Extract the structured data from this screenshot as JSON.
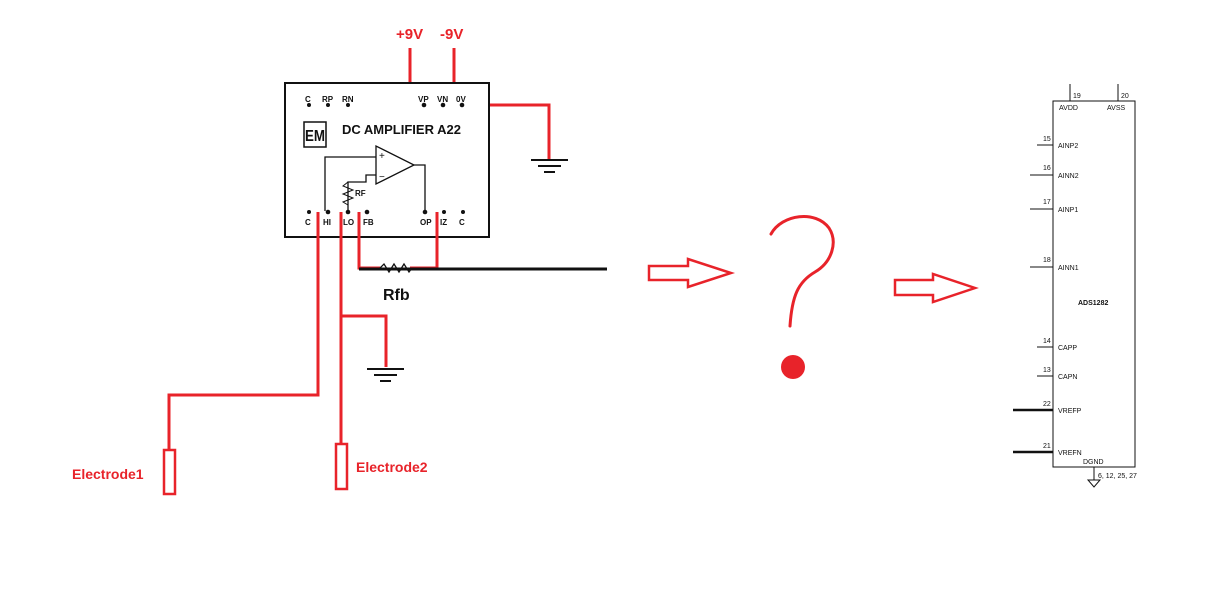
{
  "supplies": {
    "pos": "+9V",
    "neg": "-9V"
  },
  "amplifier": {
    "logo": "EM",
    "title": "DC AMPLIFIER  A22",
    "top_pins": [
      "C",
      "RP",
      "RN",
      "VP",
      "VN",
      "0V"
    ],
    "bottom_pins": [
      "C",
      "HI",
      "LO",
      "FB",
      "OP",
      "IZ",
      "C"
    ],
    "rf_label": "RF",
    "plus": "+",
    "minus": "−"
  },
  "feedback_resistor": "Rfb",
  "electrodes": [
    "Electrode1",
    "Electrode2"
  ],
  "unknown_symbol": "?",
  "adc": {
    "name": "ADS1282",
    "top_pins": [
      {
        "num": "19",
        "name": "AVDD"
      },
      {
        "num": "20",
        "name": "AVSS"
      }
    ],
    "left_pins": [
      {
        "num": "15",
        "name": "AINP2"
      },
      {
        "num": "16",
        "name": "AINN2"
      },
      {
        "num": "17",
        "name": "AINP1"
      },
      {
        "num": "18",
        "name": "AINN1"
      },
      {
        "num": "14",
        "name": "CAPP"
      },
      {
        "num": "13",
        "name": "CAPN"
      },
      {
        "num": "22",
        "name": "VREFP"
      },
      {
        "num": "21",
        "name": "VREFN"
      }
    ],
    "bottom_name": "DGND",
    "bottom_pins": "6, 12, 25, 27"
  },
  "colors": {
    "annotation": "#e8232a",
    "schematic": "#111111"
  }
}
